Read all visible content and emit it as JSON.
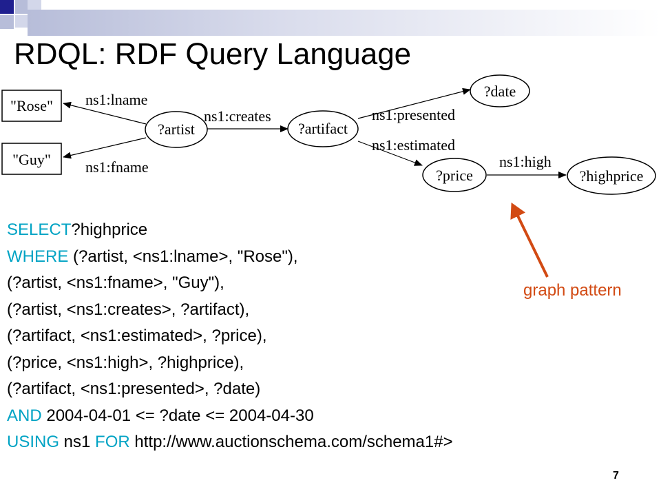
{
  "slide": {
    "title": "RDQL: RDF Query Language",
    "page_number": "7",
    "annotation": "graph pattern"
  },
  "diagram": {
    "nodes": {
      "rose": "\"Rose\"",
      "guy": "\"Guy\"",
      "artist": "?artist",
      "artifact": "?artifact",
      "date": "?date",
      "price": "?price",
      "highprice": "?highprice"
    },
    "edges": {
      "lname": "ns1:lname",
      "fname": "ns1:fname",
      "creates": "ns1:creates",
      "presented": "ns1:presented",
      "estimated": "ns1:estimated",
      "high": "ns1:high"
    }
  },
  "query": {
    "line1": {
      "kw": "SELECT",
      "text": "?highprice"
    },
    "line2": {
      "kw": "WHERE",
      "text": " (?artist, <ns1:lname>, \"Rose\"),"
    },
    "line3": "(?artist, <ns1:fname>, \"Guy\"),",
    "line4": "(?artist, <ns1:creates>, ?artifact),",
    "line5": "(?artifact, <ns1:estimated>, ?price),",
    "line6": "(?price, <ns1:high>, ?highprice),",
    "line7": "(?artifact, <ns1:presented>, ?date)",
    "line8": {
      "kw": "AND",
      "text": " 2004-04-01 <= ?date <= 2004-04-30"
    },
    "line9": {
      "kw1": "USING",
      "text1": " ns1 ",
      "kw2": "FOR",
      "text2": " http://www.auctionschema.com/schema1#>"
    }
  },
  "colors": {
    "keyword": "#00a3c4",
    "annotation": "#d24a13",
    "square_dark": "#1f1f8f",
    "square_light": "#b7bdd9"
  }
}
